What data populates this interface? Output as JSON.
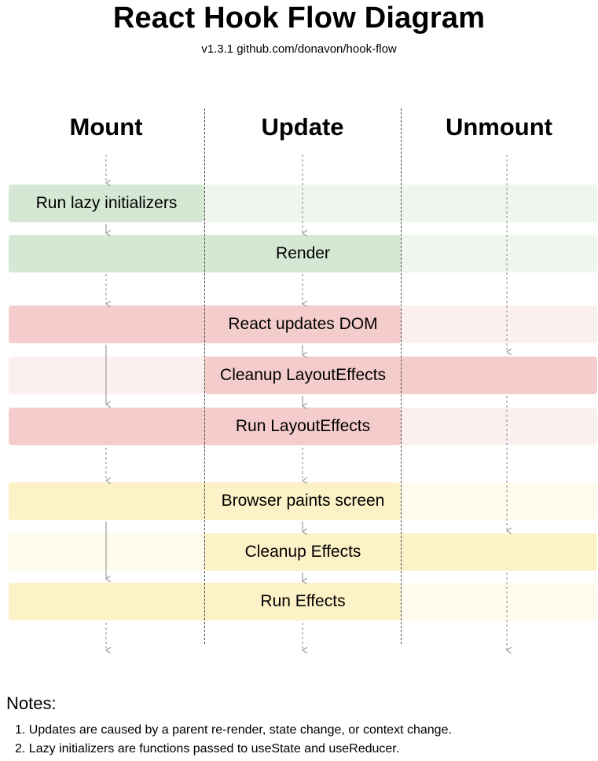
{
  "title": "React Hook Flow Diagram",
  "subtitle": "v1.3.1 github.com/donavon/hook-flow",
  "columns": [
    "Mount",
    "Update",
    "Unmount"
  ],
  "colors": {
    "green_strong": "#d5e8d4",
    "green_light": "#eff6ee",
    "red_strong": "#f5cccc",
    "red_light": "#fcefef",
    "yellow_strong": "#fdf1c7",
    "yellow_light": "#fffbed",
    "arrow": "#9e9e9e",
    "divider": "#444444"
  },
  "rows": [
    {
      "label": "Run lazy initializers",
      "color": "green",
      "active": [
        true,
        false,
        false
      ]
    },
    {
      "label": "Render",
      "color": "green",
      "active": [
        true,
        true,
        false
      ]
    },
    {
      "label": "React updates DOM",
      "color": "red",
      "active": [
        true,
        true,
        false
      ]
    },
    {
      "label": "Cleanup LayoutEffects",
      "color": "red",
      "active": [
        false,
        true,
        true
      ]
    },
    {
      "label": "Run LayoutEffects",
      "color": "red",
      "active": [
        true,
        true,
        false
      ]
    },
    {
      "label": "Browser paints screen",
      "color": "yellow",
      "active": [
        true,
        true,
        false
      ]
    },
    {
      "label": "Cleanup Effects",
      "color": "yellow",
      "active": [
        false,
        true,
        true
      ]
    },
    {
      "label": "Run Effects",
      "color": "yellow",
      "active": [
        true,
        true,
        false
      ]
    }
  ],
  "notes": {
    "title": "Notes:",
    "items": [
      "1. Updates are caused by a parent re-render, state change, or context change.",
      "2. Lazy initializers are functions passed to useState and useReducer."
    ]
  }
}
